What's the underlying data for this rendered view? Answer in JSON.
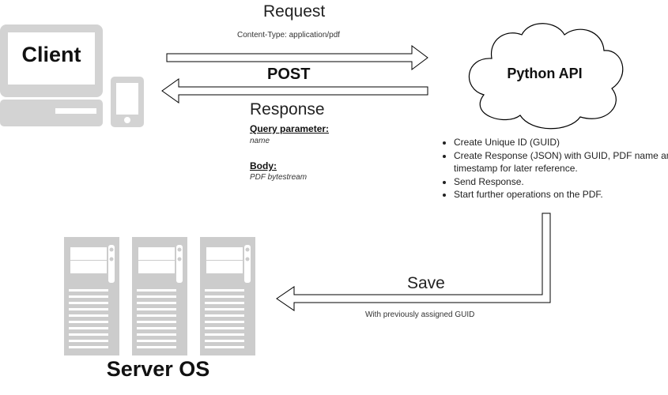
{
  "client": {
    "label": "Client"
  },
  "request": {
    "title": "Request",
    "content_type": "Content-Type: application/pdf",
    "method": "POST"
  },
  "response": {
    "title": "Response",
    "query_param_heading": "Query parameter:",
    "query_param_value": "name",
    "body_heading": "Body:",
    "body_value": "PDF bytestream"
  },
  "api": {
    "label": "Python API",
    "steps": [
      "Create Unique ID (GUID)",
      "Create Response (JSON) with GUID, PDF name and timestamp for later reference.",
      "Send Response.",
      "Start further operations on the PDF."
    ]
  },
  "save": {
    "title": "Save",
    "note": "With previously assigned GUID"
  },
  "server": {
    "label": "Server OS"
  },
  "colors": {
    "device_gray": "#d3d3d3",
    "device_dark": "#a9a9a9",
    "server_gray": "#cccccc",
    "arrow_stroke": "#000000"
  },
  "icons": [
    "computer-icon",
    "phone-icon",
    "cloud-icon",
    "server-icon"
  ]
}
